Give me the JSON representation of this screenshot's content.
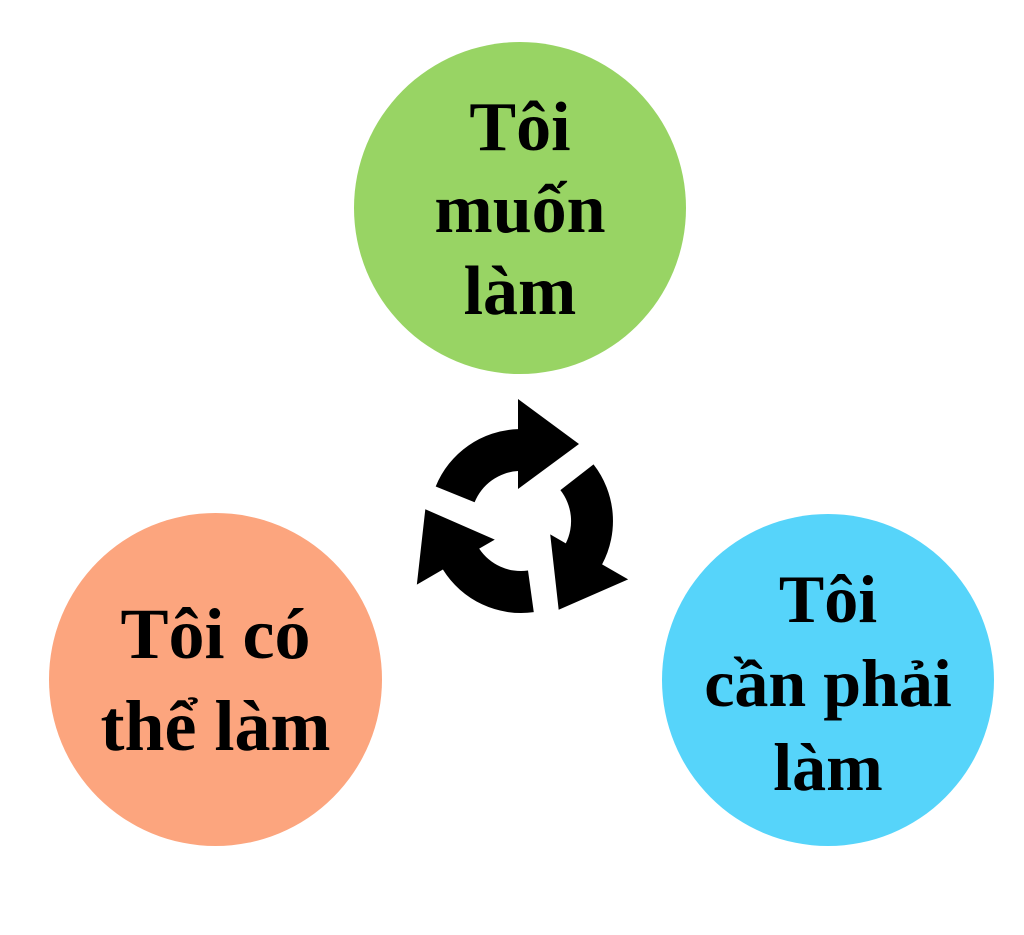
{
  "diagram": {
    "type": "cycle",
    "nodes": [
      {
        "id": "want",
        "label": "Tôi\nmuốn\nlàm",
        "color": "#98d464",
        "position": "top"
      },
      {
        "id": "need",
        "label": "Tôi\ncần phải\nlàm",
        "color": "#56d4fa",
        "position": "bottom-right"
      },
      {
        "id": "can",
        "label": "Tôi có\nthể làm",
        "color": "#fca57e",
        "position": "bottom-left"
      }
    ],
    "cycle_icon": {
      "name": "cycle-arrows-icon",
      "direction": "clockwise",
      "arrow_count": 3,
      "color": "#000000"
    },
    "background": "#ffffff"
  }
}
